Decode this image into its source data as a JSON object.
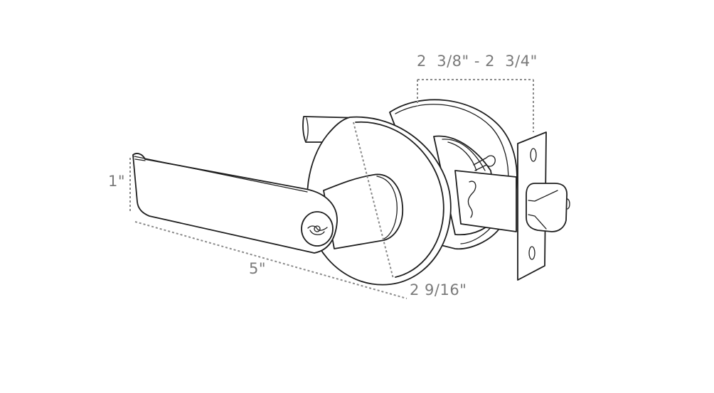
{
  "diagram": {
    "subject": "Lever door handle with keyed cylinder and latch",
    "line_color": "#1f1f1f",
    "dimension_color": "#7a7a7a",
    "background": "#ffffff",
    "dimensions": {
      "backset": "2  3/8\" - 2  3/4\"",
      "lever_height": "1\"",
      "lever_length": "5\"",
      "rose_diameter": "2 9/16\""
    }
  }
}
